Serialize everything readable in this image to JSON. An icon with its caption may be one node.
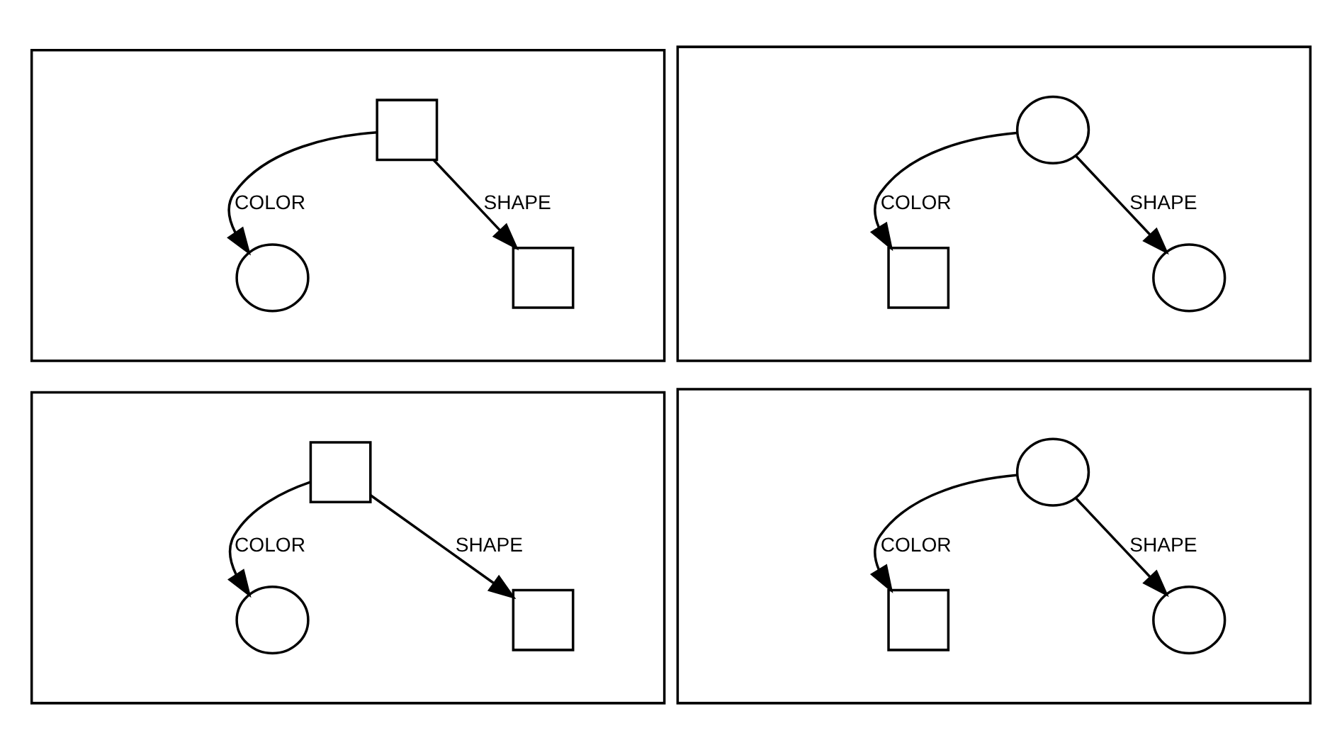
{
  "diagram": {
    "nodes": [
      {
        "text": [],
        "shape": "box"
      },
      {
        "text": [],
        "shape": "box",
        "in": 0
      },
      {
        "text": [],
        "shape": "circle",
        "in": 0
      },
      {
        "text": [],
        "shape": "box",
        "in": 0
      },
      {
        "text": [],
        "shape": "box"
      },
      {
        "text": [],
        "shape": "circle",
        "in": 4
      },
      {
        "text": [],
        "shape": "box",
        "in": 4
      },
      {
        "text": [],
        "shape": "circle",
        "in": 4
      },
      {
        "text": [],
        "shape": "box"
      },
      {
        "text": [],
        "shape": "box",
        "in": 8
      },
      {
        "text": [],
        "shape": "circle",
        "in": 8
      },
      {
        "text": [],
        "shape": "box",
        "in": 8
      },
      {
        "text": [],
        "shape": "box"
      },
      {
        "text": [],
        "shape": "circle",
        "in": 12
      },
      {
        "text": [],
        "shape": "box",
        "in": 12
      },
      {
        "text": [],
        "shape": "circle",
        "in": 12
      }
    ],
    "edges": [
      {
        "from": 1,
        "to": 2,
        "arrow": "to",
        "label": "COLOR"
      },
      {
        "from": 1,
        "to": 3,
        "arrow": "to",
        "label": "SHAPE"
      },
      {
        "from": 5,
        "to": 6,
        "arrow": "to",
        "label": "COLOR"
      },
      {
        "from": 5,
        "to": 7,
        "arrow": "to",
        "label": "SHAPE"
      },
      {
        "from": 9,
        "to": 10,
        "arrow": "to",
        "label": "COLOR"
      },
      {
        "from": 9,
        "to": 11,
        "arrow": "to",
        "label": "SHAPE"
      },
      {
        "from": 13,
        "to": 14,
        "arrow": "to",
        "label": "COLOR"
      },
      {
        "from": 13,
        "to": 15,
        "arrow": "to",
        "label": "SHAPE"
      }
    ]
  }
}
